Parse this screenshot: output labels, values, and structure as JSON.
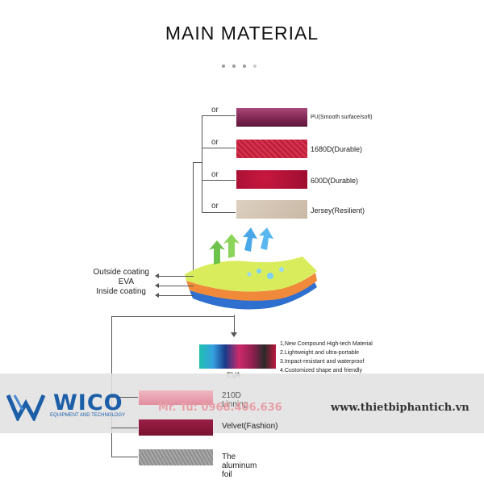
{
  "title": "MAIN MATERIAL",
  "options": [
    {
      "connector": "or",
      "label": "PU(Smooth surface/soft)",
      "color": "#8a2a57"
    },
    {
      "connector": "or",
      "label": "1680D(Durable)",
      "color": "#d02a46"
    },
    {
      "connector": "or",
      "label": "600D(Durable)",
      "color": "#b8123a"
    },
    {
      "connector": "or",
      "label": "Jersey(Resilient)",
      "color": "#d5c5b5"
    }
  ],
  "layers": {
    "outside": "Outside coating",
    "eva": "EVA",
    "inside": "Inside coating"
  },
  "eva_section": {
    "label": "EVA",
    "features": [
      "1,New Compound High-tech Material",
      "2.Lightweight and ultra-portable",
      "3.Impact-resistant and waterproof",
      "4.Customized shape and friendly"
    ]
  },
  "linings": [
    {
      "label": "210D Linning",
      "color": "#e8a5b2"
    },
    {
      "label": "Velvet(Fashion)",
      "color": "#8e1a3e"
    },
    {
      "label": "The aluminum foil",
      "color": "#9a9a9a"
    }
  ],
  "watermark": {
    "brand": "WICO",
    "subtitle": "EQUIPMENT AND TECHNOLOGY",
    "phone": "Mr. Tú: 0968.406.636",
    "website": "www.thietbiphantich.vn"
  }
}
